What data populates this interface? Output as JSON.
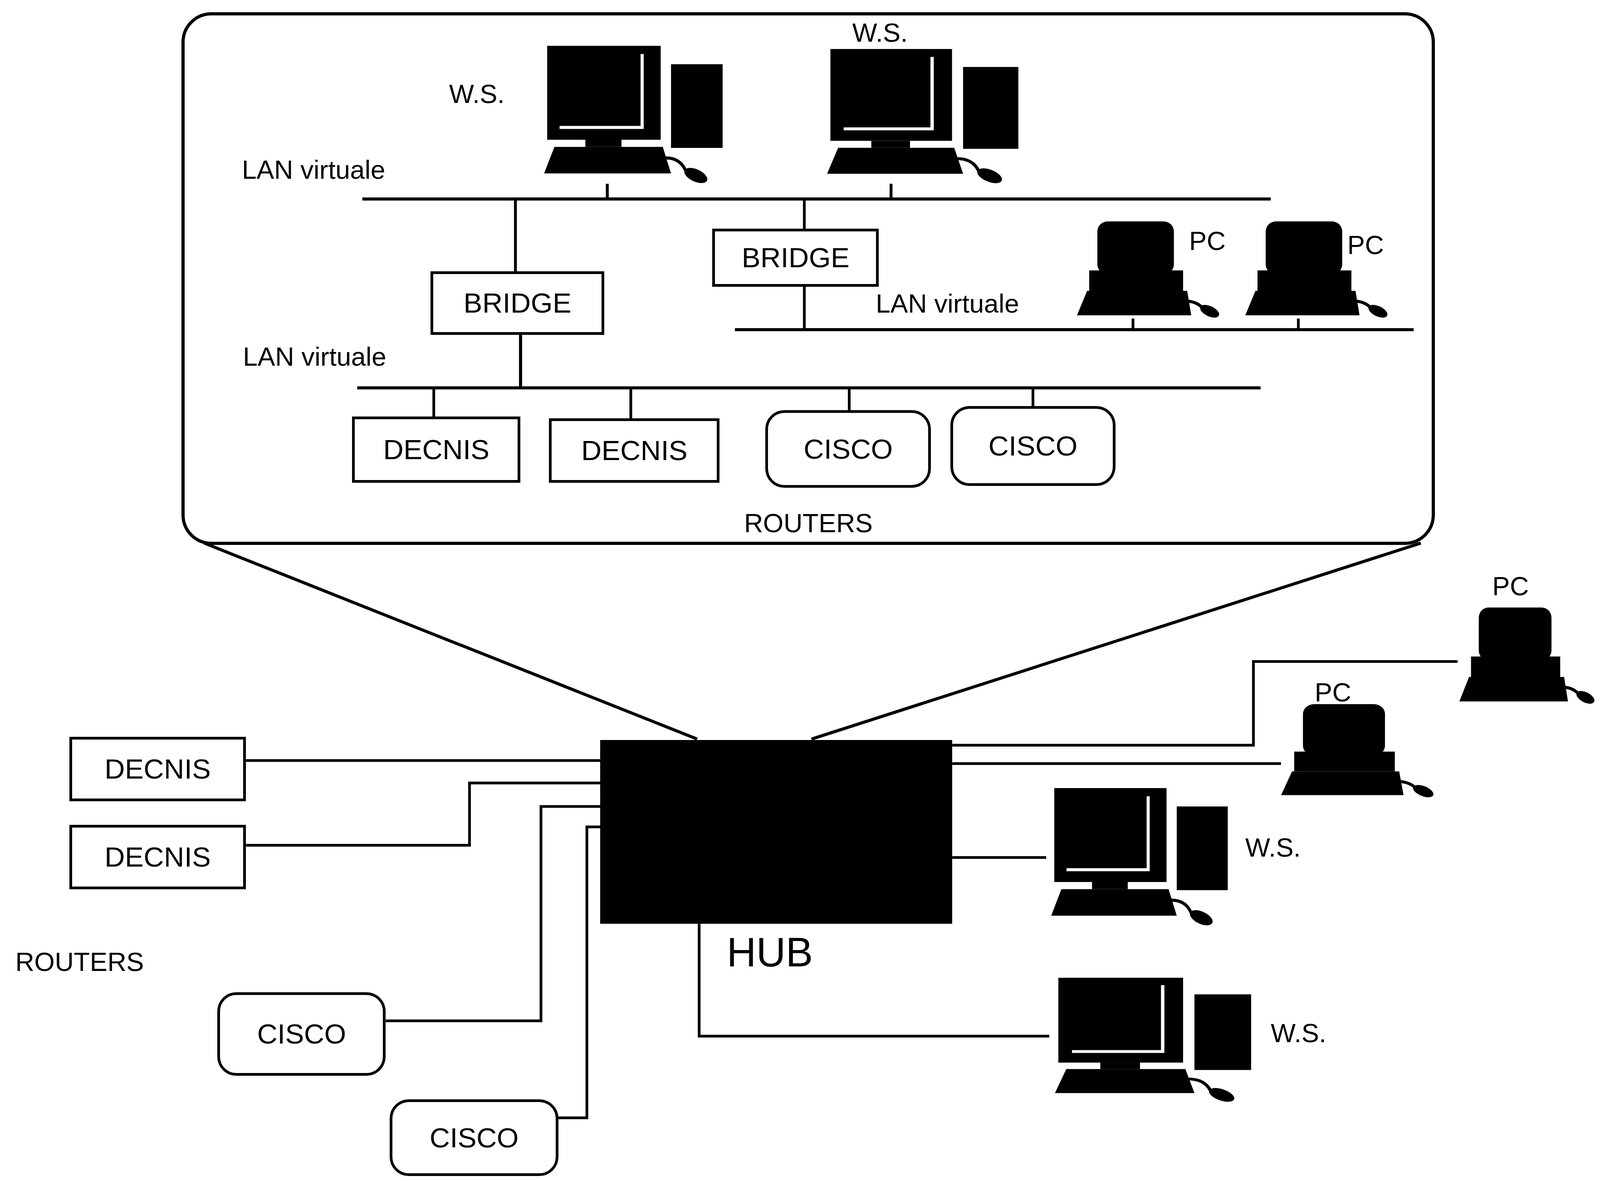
{
  "diagram": {
    "nodes": [
      {
        "text": [
          "ROUTERS"
        ]
      },
      {
        "text": [
          "W.S."
        ],
        "in": 0
      },
      {
        "text": [
          "W.S."
        ],
        "in": 0
      },
      {
        "text": [
          "BRIDGE"
        ],
        "in": 0
      },
      {
        "text": [
          "BRIDGE"
        ],
        "in": 0
      },
      {
        "text": [
          "PC"
        ],
        "in": 0
      },
      {
        "text": [
          "PC"
        ],
        "in": 0
      },
      {
        "text": [
          "DECNIS"
        ],
        "in": 0
      },
      {
        "text": [
          "DECNIS"
        ],
        "in": 0
      },
      {
        "text": [
          "CISCO"
        ],
        "in": 0
      },
      {
        "text": [
          "CISCO"
        ],
        "in": 0
      },
      {
        "text": [
          "HUB"
        ]
      },
      {
        "text": [
          "DECNIS"
        ]
      },
      {
        "text": [
          "DECNIS"
        ]
      },
      {
        "text": [
          "CISCO"
        ]
      },
      {
        "text": [
          "CISCO"
        ]
      },
      {
        "text": [
          "PC"
        ]
      },
      {
        "text": [
          "PC"
        ]
      },
      {
        "text": [
          "W.S."
        ]
      },
      {
        "text": [
          "W.S."
        ]
      }
    ],
    "edges": [
      {
        "from": 3,
        "to": 1,
        "arrow": "none"
      },
      {
        "from": 3,
        "to": 2,
        "arrow": "none"
      },
      {
        "from": 4,
        "to": 1,
        "arrow": "none"
      },
      {
        "from": 4,
        "to": 2,
        "arrow": "none"
      },
      {
        "from": 4,
        "to": 5,
        "arrow": "none"
      },
      {
        "from": 4,
        "to": 6,
        "arrow": "none"
      },
      {
        "from": 3,
        "to": 7,
        "arrow": "none"
      },
      {
        "from": 3,
        "to": 8,
        "arrow": "none"
      },
      {
        "from": 3,
        "to": 9,
        "arrow": "none"
      },
      {
        "from": 3,
        "to": 10,
        "arrow": "none"
      },
      {
        "from": 12,
        "to": 11,
        "arrow": "none"
      },
      {
        "from": 13,
        "to": 11,
        "arrow": "none"
      },
      {
        "from": 14,
        "to": 11,
        "arrow": "none"
      },
      {
        "from": 15,
        "to": 11,
        "arrow": "none"
      },
      {
        "from": 16,
        "to": 11,
        "arrow": "none"
      },
      {
        "from": 17,
        "to": 11,
        "arrow": "none"
      },
      {
        "from": 18,
        "to": 11,
        "arrow": "none"
      },
      {
        "from": 19,
        "to": 11,
        "arrow": "none"
      }
    ],
    "labels": [
      "LAN virtuale",
      "LAN virtuale",
      "LAN virtuale",
      "ROUTERS"
    ]
  }
}
